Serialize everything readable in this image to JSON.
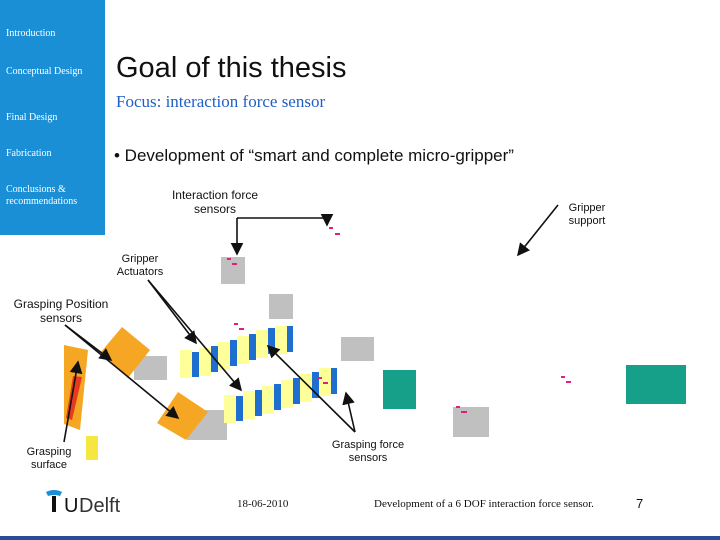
{
  "sidebar": {
    "items": [
      {
        "label": "Introduction"
      },
      {
        "label": "Conceptual Design"
      },
      {
        "label": "Final Design"
      },
      {
        "label": "Fabrication"
      },
      {
        "label": "Conclusions & recommendations"
      }
    ]
  },
  "slide": {
    "title": "Goal of this thesis",
    "subtitle": "Focus: interaction force sensor",
    "bullet": "• Development of “smart and complete micro-gripper”"
  },
  "labels": {
    "interaction_force_sensors": "Interaction force sensors",
    "gripper_support": "Gripper support",
    "gripper_actuators": "Gripper Actuators",
    "grasping_position_sensors": "Grasping Position sensors",
    "grasping_surface": "Grasping surface",
    "grasping_force_sensors": "Grasping force sensors"
  },
  "footer": {
    "logo_text": "TUDelft",
    "date": "18-06-2010",
    "presentation_title": "Development of a 6 DOF interaction force sensor.",
    "page_number": "7"
  },
  "colors": {
    "sidebar": "#1a8fd6",
    "subtitle": "#1f5fc7",
    "teal_block": "#16a08a",
    "gray_block": "#c0c0c0",
    "orange_arm": "#f5a623",
    "yellow_comb": "#ffff99",
    "blue_comb": "#1f6fd1",
    "sensor_mark": "#e0207a",
    "footer_bar": "#2b4a9a"
  }
}
